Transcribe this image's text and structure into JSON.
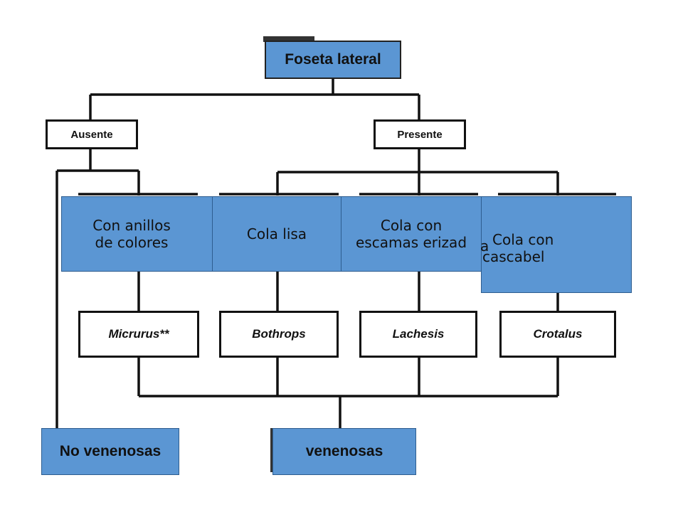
{
  "root": {
    "label": "Foseta lateral"
  },
  "level1": {
    "absent": "Ausente",
    "present": "Presente"
  },
  "blue_cards": {
    "anillos": [
      "Con anillos",
      "de colores"
    ],
    "lisa": "Cola lisa",
    "erizada": [
      "Cola con",
      "escamas erizad"
    ],
    "erizada_overflow": "a",
    "cascabel": [
      "Cola con",
      "cascabel"
    ]
  },
  "genera": {
    "micrurus": "Micrurus**",
    "bothrops": "Bothrops",
    "lachesis": "Lachesis",
    "crotalus": "Crotalus"
  },
  "results": {
    "no_venenosas": "No venenosas",
    "venenosas": "venenosas"
  },
  "colors": {
    "blue": "#5b96d3",
    "line": "#111111"
  }
}
